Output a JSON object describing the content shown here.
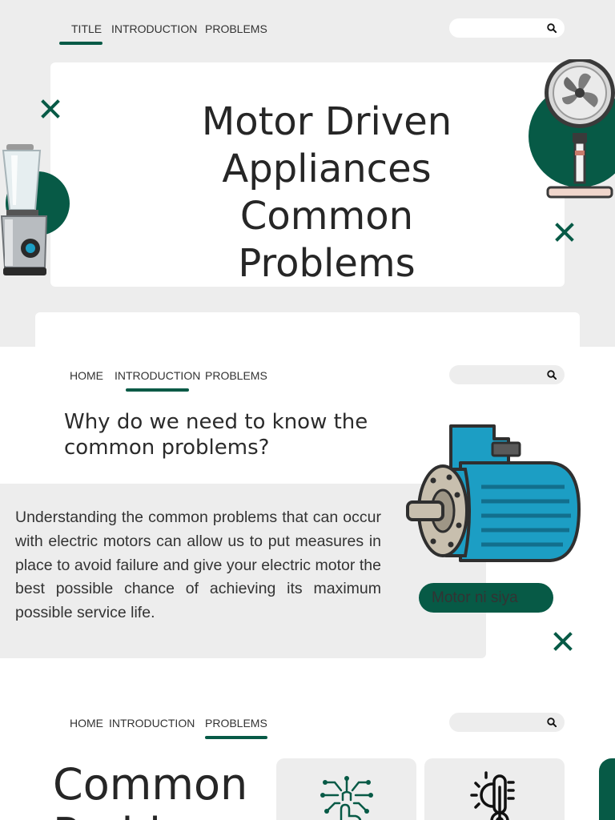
{
  "theme": {
    "accent": "#075a46",
    "panel": "#ededed",
    "motor_blue": "#1c9ec4"
  },
  "title_section": {
    "nav": {
      "items": [
        "TITLE",
        "INTRODUCTION",
        "PROBLEMS"
      ],
      "active": "TITLE"
    },
    "search": {
      "placeholder": "",
      "icon": "search-icon"
    },
    "title": "Motor Driven Appliances Common Problems",
    "decorations": [
      "blender-image",
      "stand-fan-image",
      "close-x-icon",
      "close-x-icon"
    ]
  },
  "intro_section": {
    "nav": {
      "items": [
        "HOME",
        "INTRODUCTION",
        "PROBLEMS"
      ],
      "active": "INTRODUCTION"
    },
    "search": {
      "placeholder": "",
      "icon": "search-icon"
    },
    "heading": "Why do we need to know the common problems?",
    "body": "Understanding the common problems that can occur with electric motors can allow us to put measures in place to avoid failure and give your electric motor the best possible chance of achieving its maximum possible service life.",
    "button_label": "Motor ni siya",
    "image": "electric-motor-illustration"
  },
  "problems_section": {
    "nav": {
      "items": [
        "HOME",
        "INTRODUCTION",
        "PROBLEMS"
      ],
      "active": "PROBLEMS"
    },
    "search": {
      "placeholder": "",
      "icon": "search-icon"
    },
    "heading": "Common Problems",
    "cards": [
      {
        "icon": "circuit-hand-icon"
      },
      {
        "icon": "temperature-sun-icon"
      }
    ]
  }
}
